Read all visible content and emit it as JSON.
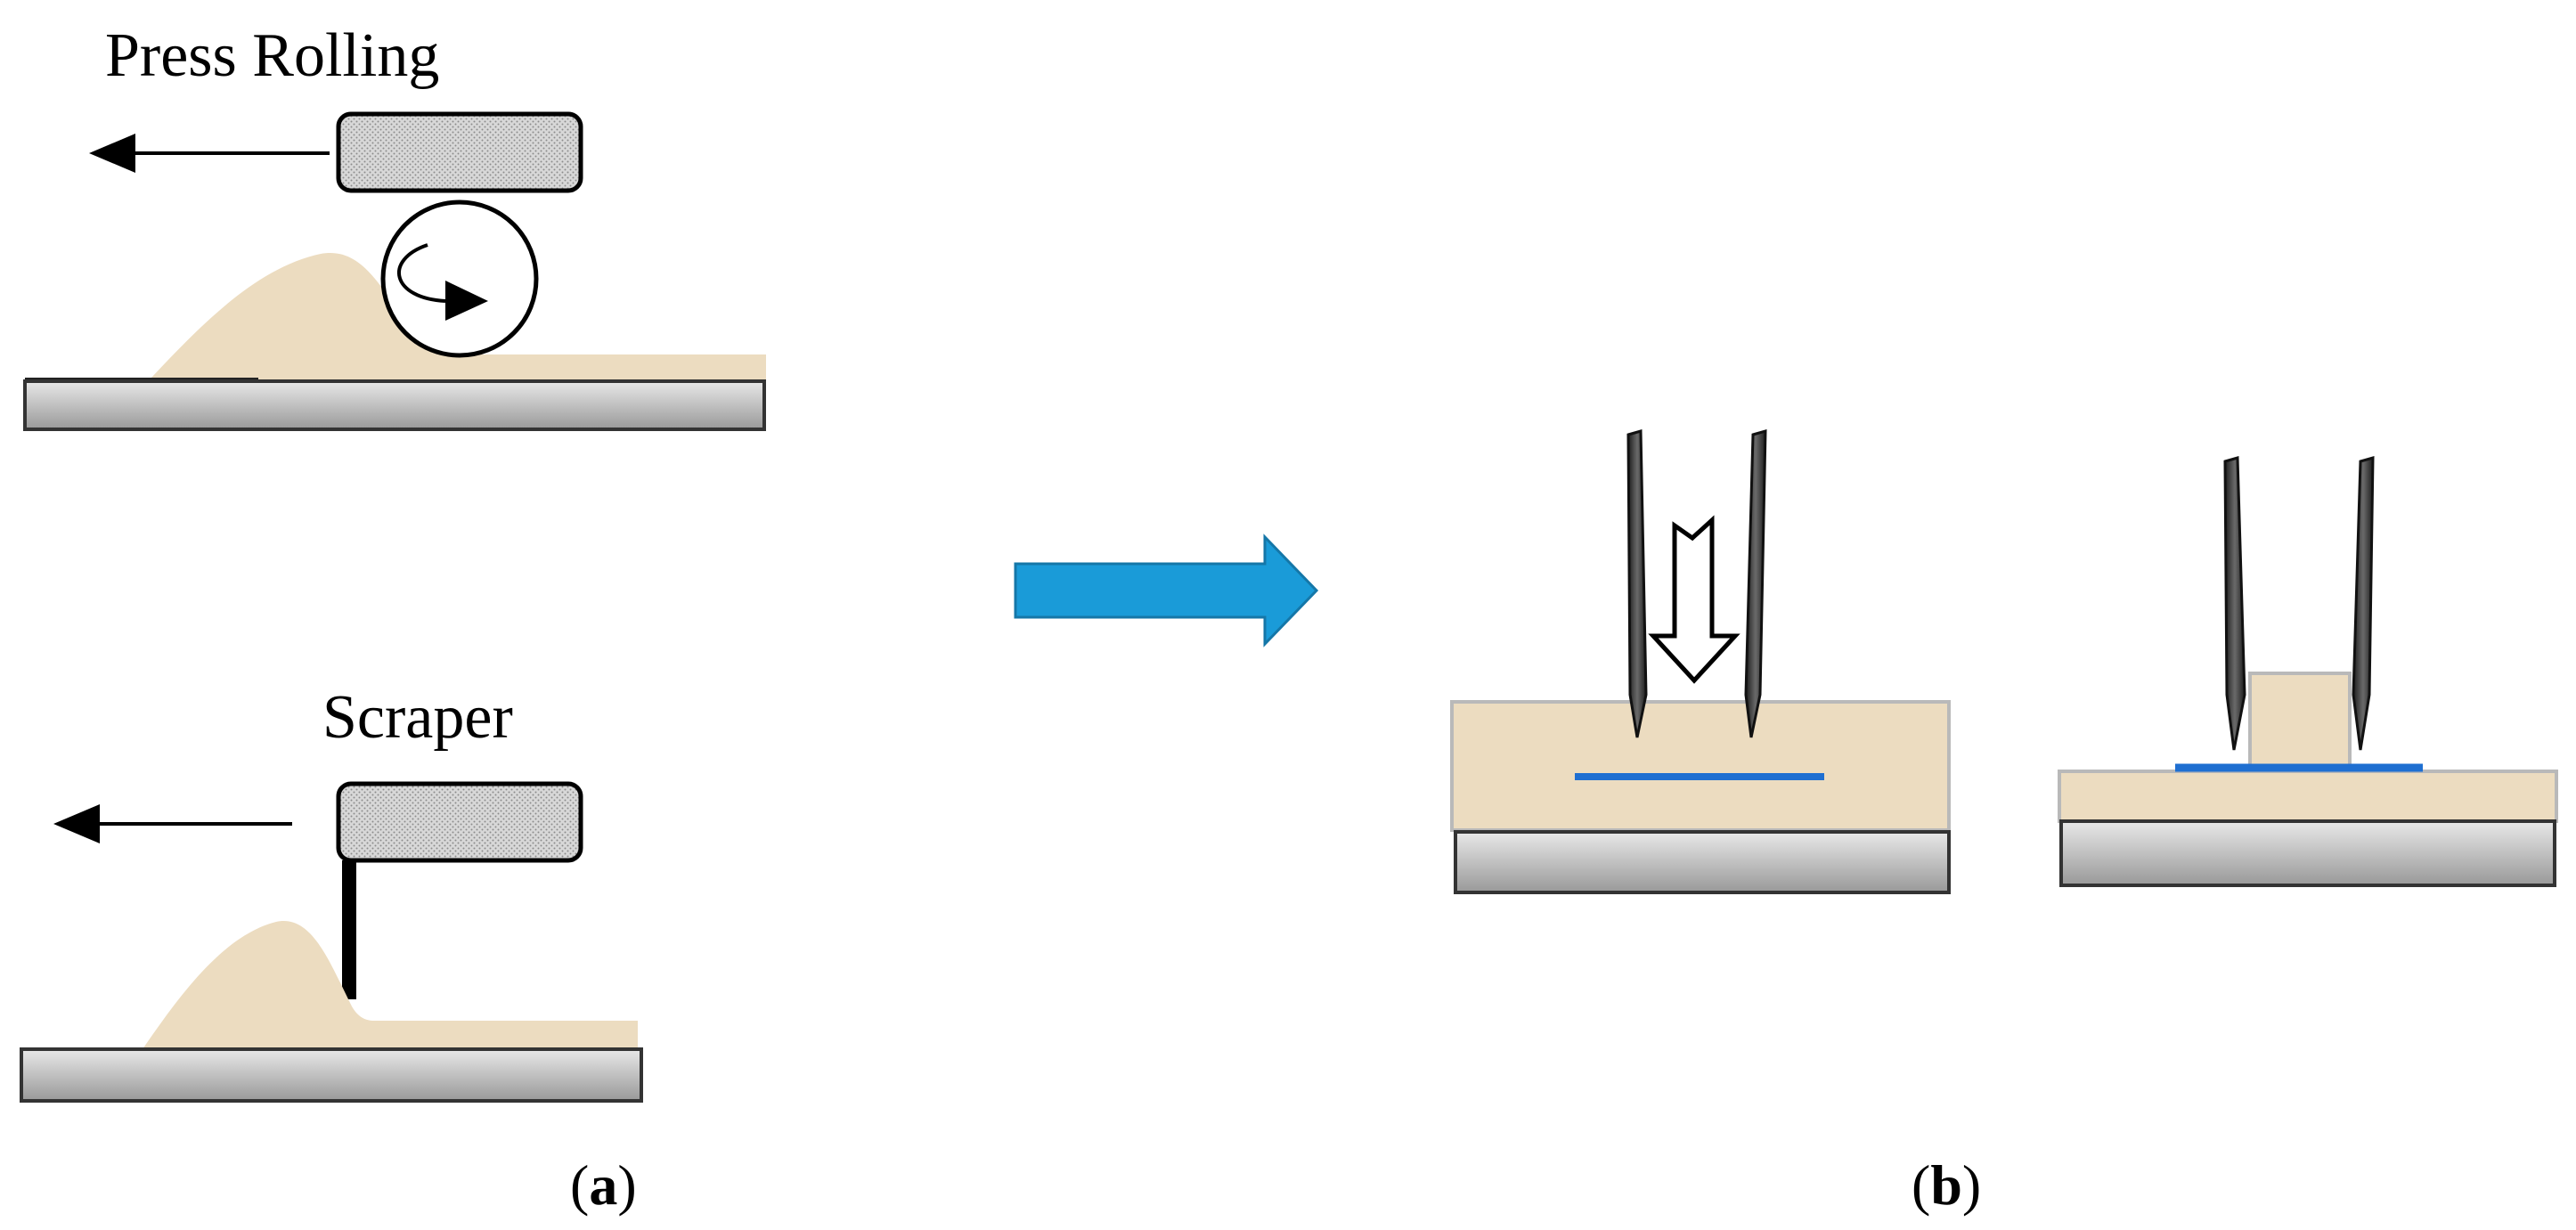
{
  "panel_a": {
    "press_rolling_label": "Press Rolling",
    "scraper_label": "Scraper",
    "caption_open": "(",
    "caption_letter": "a",
    "caption_close": ")"
  },
  "panel_b": {
    "caption_open": "(",
    "caption_letter": "b",
    "caption_close": ")"
  },
  "colors": {
    "powder": "#ecdcc0",
    "substrate_top": "#e6e6e6",
    "substrate_bottom": "#9a9a9a",
    "process_arrow": "#1a9bd8",
    "wire": "#1f6fd1",
    "needle": "#3a3a3a"
  }
}
